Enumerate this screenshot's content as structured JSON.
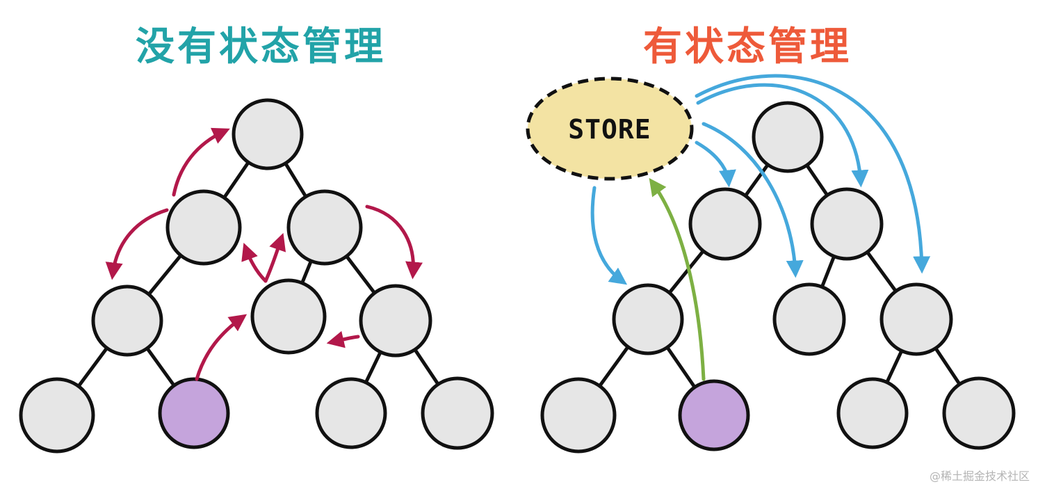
{
  "title_left": "没有状态管理",
  "title_right": "有状态管理",
  "store_label": "STORE",
  "watermark": "@稀土掘金技术社区",
  "colors": {
    "title_left": "#22a3a8",
    "title_right": "#ee5a3a",
    "node_fill": "#e6e6e6",
    "source_node_fill": "#c5a4dc",
    "edge": "#111111",
    "arrow_without_store": "#b2184a",
    "arrow_from_store": "#45a8dc",
    "arrow_to_store": "#7db043",
    "store_fill": "#f3e3a3"
  }
}
